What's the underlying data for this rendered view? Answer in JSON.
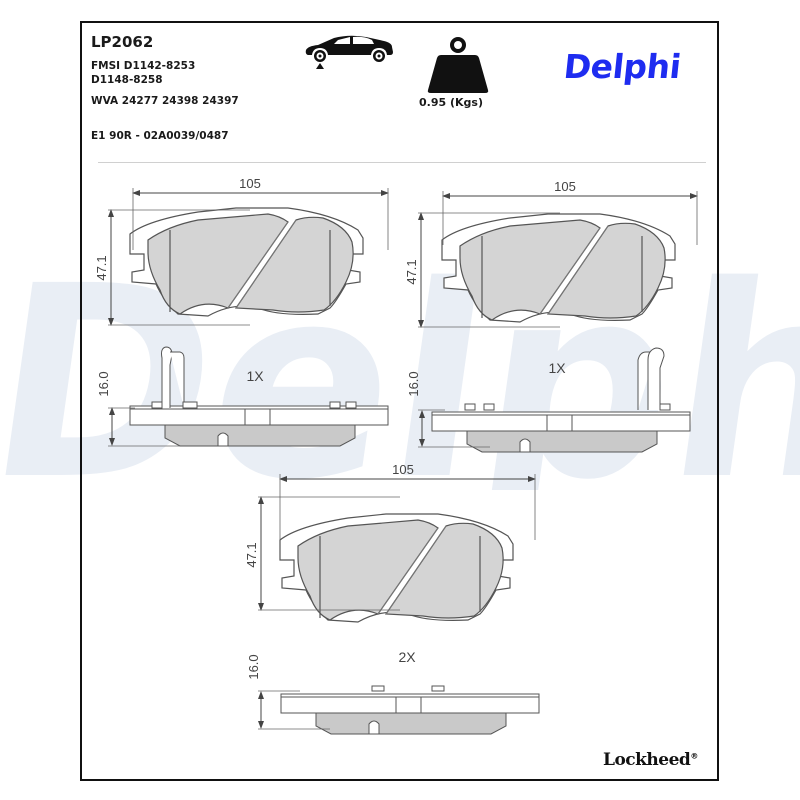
{
  "header": {
    "part_number": "LP2062",
    "fmsi_line1": "FMSI D1142-8253",
    "fmsi_line2": "D1148-8258",
    "wva": "WVA 24277 24398 24397",
    "approval": "E1 90R - 02A0039/0487",
    "position_icon": "car-front-axle-icon",
    "weight_icon": "weight-icon",
    "weight_label": "0.95 (Kgs)",
    "brand": "Delphi",
    "brand_color": "#1e2cf0"
  },
  "watermark": {
    "text": "Delphi",
    "color": "#e9eef5"
  },
  "drawings": {
    "pad_top_left": {
      "width_dim": "105",
      "height_dim": "47.1"
    },
    "pad_top_right": {
      "width_dim": "105",
      "height_dim": "47.1"
    },
    "pad_bottom": {
      "width_dim": "105",
      "height_dim": "47.1"
    },
    "side_left": {
      "thickness_dim": "16.0",
      "quantity": "1X"
    },
    "side_right": {
      "thickness_dim": "16.0",
      "quantity": "1X"
    },
    "side_bottom": {
      "thickness_dim": "16.0",
      "quantity": "2X"
    },
    "pad_fill_color": "#d4d4d4",
    "line_color": "#555555"
  },
  "footer": {
    "manufacturer": "Lockheed",
    "registered_mark": "®"
  }
}
